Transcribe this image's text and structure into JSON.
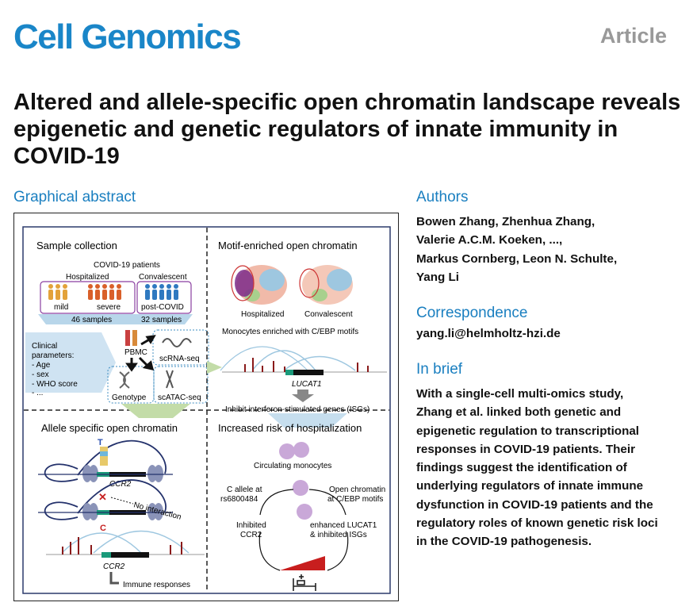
{
  "header": {
    "journal": "Cell Genomics",
    "article_type": "Article"
  },
  "title": "Altered and allele-specific open chromatin landscape reveals epigenetic and genetic regulators of innate immunity in COVID-19",
  "graphical_abstract": {
    "heading": "Graphical abstract",
    "panel1": {
      "title": "Sample collection",
      "patients": "COVID-19 patients",
      "hospitalized": "Hospitalized",
      "convalescent": "Convalescent",
      "mild": "mild",
      "severe": "severe",
      "post_covid": "post-COVID",
      "samples_hosp": "46 samples",
      "samples_conv": "32 samples",
      "clinical_title": "Clinical",
      "clinical_title2": "parameters:",
      "clinical_items": [
        "- Age",
        "- sex",
        "- WHO score",
        "- ..."
      ],
      "pbmc": "PBMC",
      "scrna": "scRNA-seq",
      "genotype": "Genotype",
      "scatac": "scATAC-seq"
    },
    "panel2": {
      "title": "Motif-enriched open chromatin",
      "hospitalized": "Hospitalized",
      "convalescent": "Convalescent",
      "monocytes": "Monocytes enriched with C/EBP motifs",
      "gene": "LUCAT1",
      "inhibit": "Inhibit interferon-stimulated genes (ISGs)"
    },
    "panel3": {
      "title": "Allele specific open chromatin",
      "gene1": "CCR2",
      "gene2": "CCR2",
      "no_interaction": "No interaction",
      "immune": "Immune responses"
    },
    "panel4": {
      "title": "Increased risk of hospitalization",
      "circulating": "Circulating monocytes",
      "c_allele": "C allele at",
      "rs": "rs6800484",
      "open_chromatin": "Open chromatin",
      "cebp": "at C/EBP motifs",
      "inhibited": "Inhibited",
      "ccr2": "CCR2",
      "enhanced": "enhanced LUCAT1",
      "isgs": "& inhibited ISGs"
    }
  },
  "authors": {
    "heading": "Authors",
    "lines": [
      "Bowen Zhang, Zhenhua Zhang,",
      "Valerie A.C.M. Koeken, ...,",
      "Markus Cornberg, Leon N. Schulte,",
      "Yang Li"
    ]
  },
  "correspondence": {
    "heading": "Correspondence",
    "email": "yang.li@helmholtz-hzi.de"
  },
  "in_brief": {
    "heading": "In brief",
    "lines": [
      "With a single-cell multi-omics study,",
      "Zhang et al. linked both genetic and",
      "epigenetic regulation to transcriptional",
      "responses in COVID-19 patients. Their",
      "findings suggest the identification of",
      "underlying regulators of innate immune",
      "dysfunction in COVID-19 patients and the",
      "regulatory roles of known genetic risk loci",
      "in the COVID-19 pathogenesis."
    ]
  },
  "colors": {
    "brand": "#1a86c8",
    "heading": "#1a7fc0",
    "article_type": "#999999"
  }
}
